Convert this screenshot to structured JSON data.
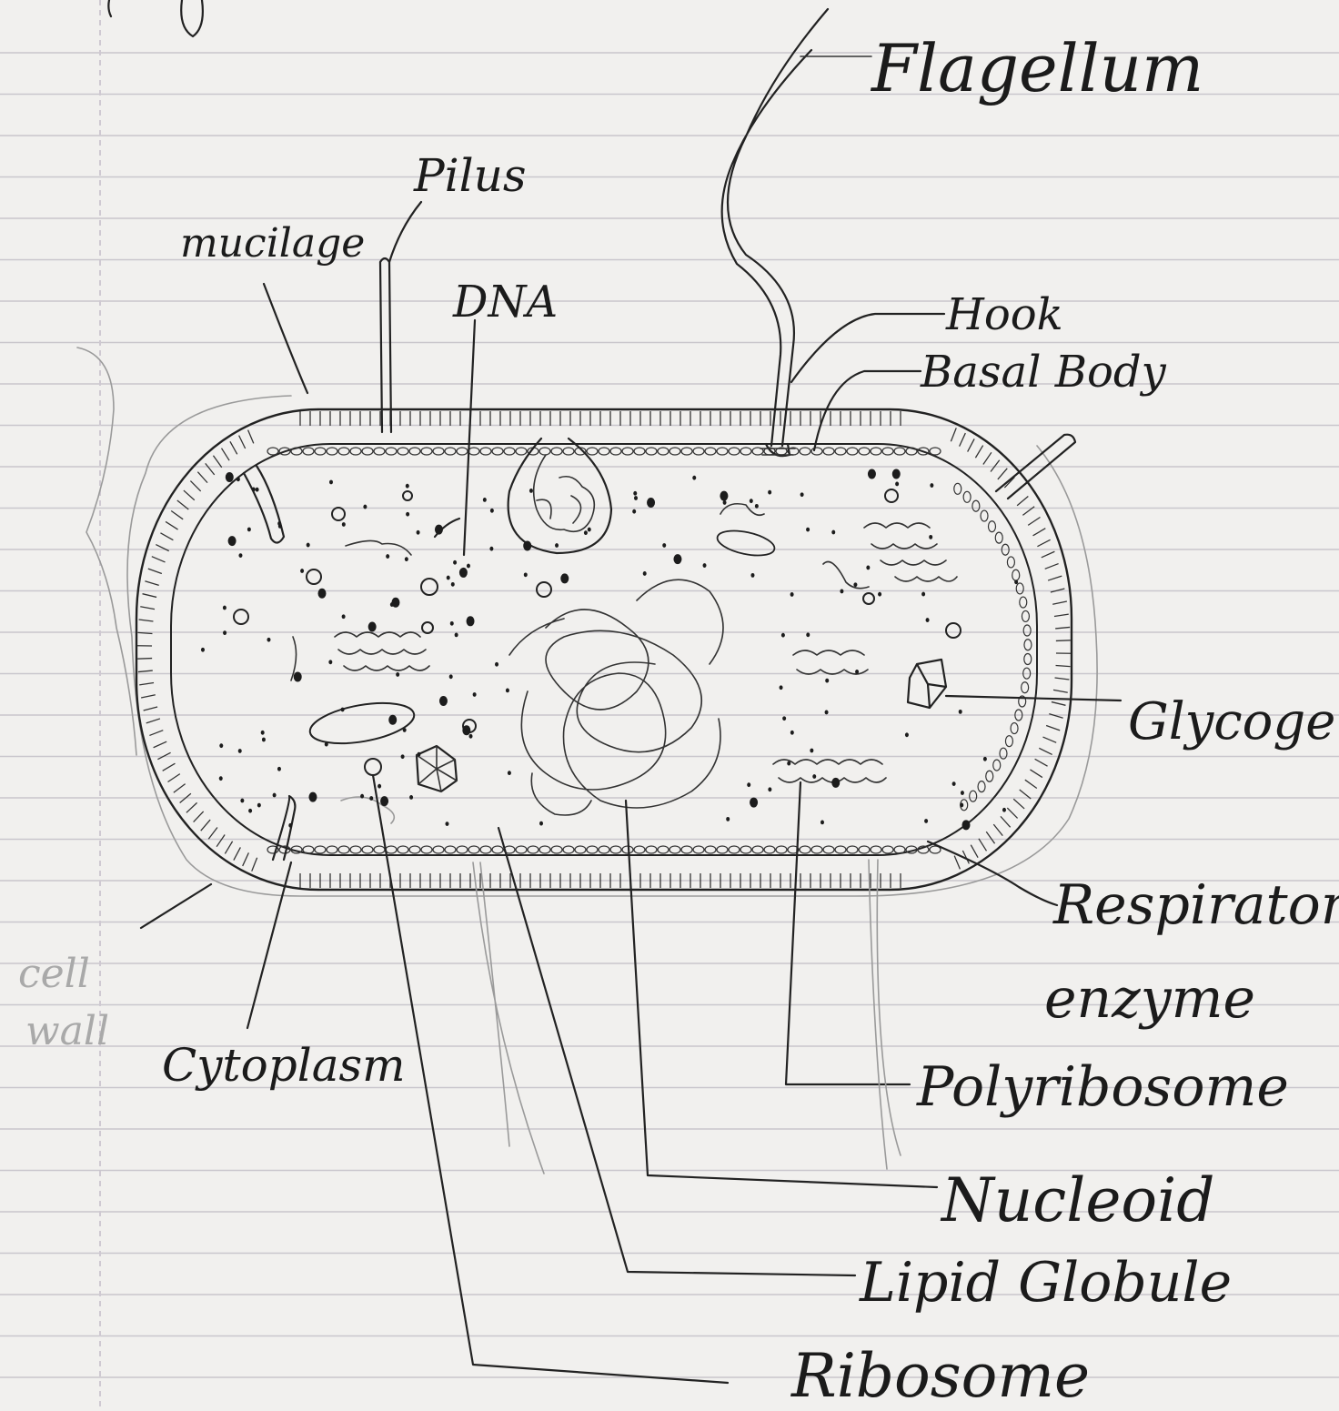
{
  "labels": {
    "flagellum": "Flagellum",
    "pilus": "Pilus",
    "mucilage": "mucilage",
    "dna": "DNA",
    "hook": "Hook",
    "basal_body": "Basal Body",
    "glycogen": "Glycogen",
    "respiratory_enzyme_line1": "Respiratory",
    "respiratory_enzyme_line2": "enzyme",
    "polyribosome": "Polyribosome",
    "nucleoid": "Nucleoid",
    "lipid_globule": "Lipid Globule",
    "ribosome": "Ribosome",
    "cytoplasm": "Cytoplasm",
    "cell_wall_line1": "cell",
    "cell_wall_line2": "wall"
  },
  "colors": {
    "paper": "#f1f0ee",
    "rule_line": "#c9c6cc",
    "margin_line": "#cfc9d2",
    "ink": "#1b1b1b",
    "pencil": "#8e8e8e"
  }
}
